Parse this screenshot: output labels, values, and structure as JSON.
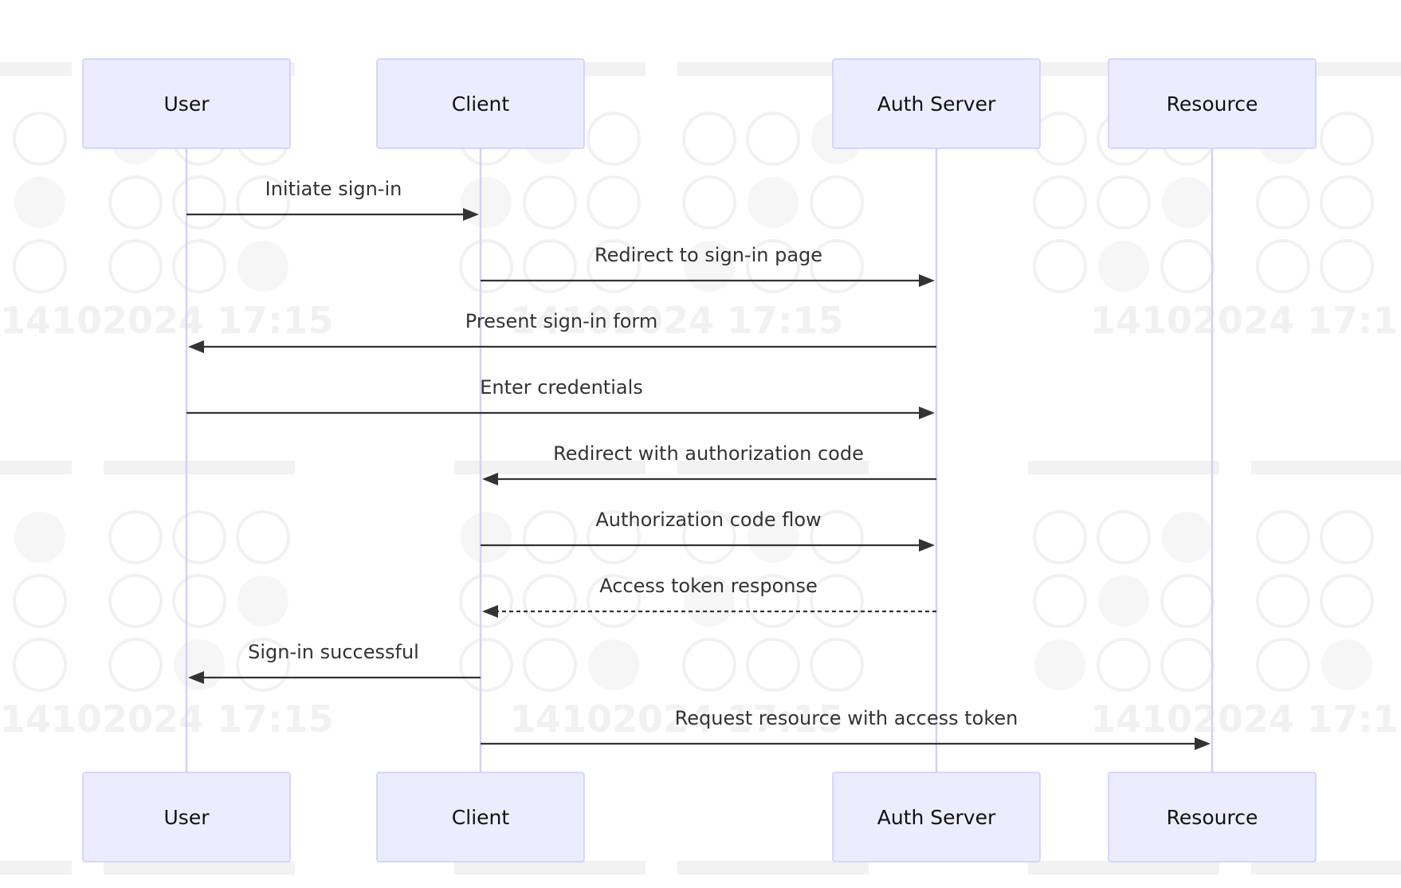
{
  "watermark": {
    "text": "14102024 17:15"
  },
  "actors": [
    {
      "id": "user",
      "label": "User"
    },
    {
      "id": "client",
      "label": "Client"
    },
    {
      "id": "auth",
      "label": "Auth Server"
    },
    {
      "id": "resource",
      "label": "Resource"
    }
  ],
  "messages": [
    {
      "from": "user",
      "to": "client",
      "label": "Initiate sign-in",
      "style": "solid"
    },
    {
      "from": "client",
      "to": "auth",
      "label": "Redirect to sign-in page",
      "style": "solid"
    },
    {
      "from": "auth",
      "to": "user",
      "label": "Present sign-in form",
      "style": "solid"
    },
    {
      "from": "user",
      "to": "auth",
      "label": "Enter credentials",
      "style": "solid"
    },
    {
      "from": "auth",
      "to": "client",
      "label": "Redirect with authorization code",
      "style": "solid"
    },
    {
      "from": "client",
      "to": "auth",
      "label": "Authorization code flow",
      "style": "solid"
    },
    {
      "from": "auth",
      "to": "client",
      "label": "Access token response",
      "style": "dashed"
    },
    {
      "from": "client",
      "to": "user",
      "label": "Sign-in successful",
      "style": "solid"
    },
    {
      "from": "client",
      "to": "resource",
      "label": "Request resource with access token",
      "style": "solid"
    }
  ]
}
